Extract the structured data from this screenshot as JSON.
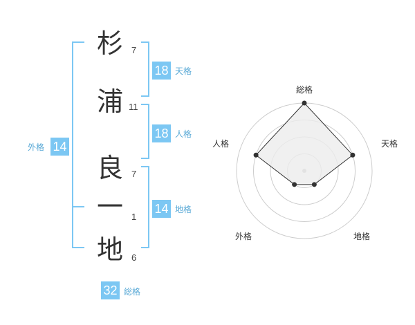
{
  "name": {
    "chars": [
      {
        "kanji": "杉",
        "strokes": "7"
      },
      {
        "kanji": "浦",
        "strokes": "11"
      },
      {
        "kanji": "良",
        "strokes": "7"
      },
      {
        "kanji": "一",
        "strokes": "1"
      },
      {
        "kanji": "地",
        "strokes": "6"
      }
    ]
  },
  "kaku": {
    "ten": {
      "label": "天格",
      "value": "18"
    },
    "jin": {
      "label": "人格",
      "value": "18"
    },
    "chi": {
      "label": "地格",
      "value": "14"
    },
    "gai": {
      "label": "外格",
      "value": "14"
    },
    "sou": {
      "label": "総格",
      "value": "32"
    }
  },
  "radar": {
    "axes": [
      "総格",
      "天格",
      "地格",
      "外格",
      "人格"
    ],
    "values": [
      4,
      3,
      1,
      1,
      3
    ],
    "max": 4,
    "colors": {
      "fill": "#ececec",
      "stroke": "#333333",
      "grid": "#cccccc",
      "center": "#bbbbbb"
    }
  }
}
